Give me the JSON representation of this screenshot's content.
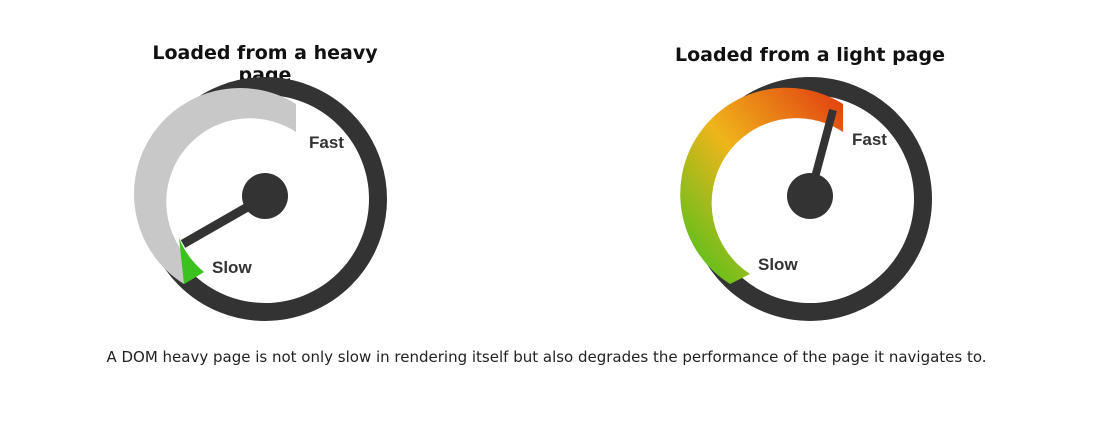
{
  "gauges": {
    "heavy": {
      "title": "Loaded from a heavy page",
      "fast_label": "Fast",
      "slow_label": "Slow",
      "speed_level": 0.05,
      "colors": {
        "ring": "#333333",
        "track": "#c8c8c8",
        "fill": "#3cc21e",
        "needle": "#333333"
      }
    },
    "light": {
      "title": "Loaded from a light page",
      "fast_label": "Fast",
      "slow_label": "Slow",
      "speed_level": 1.0,
      "colors": {
        "ring": "#333333",
        "gradient_start": "#3cc21e",
        "gradient_mid": "#efb51a",
        "gradient_end": "#e23a10",
        "needle": "#333333"
      }
    }
  },
  "caption": "A DOM heavy page is not only slow in rendering itself but also degrades the performance of the page it navigates to."
}
